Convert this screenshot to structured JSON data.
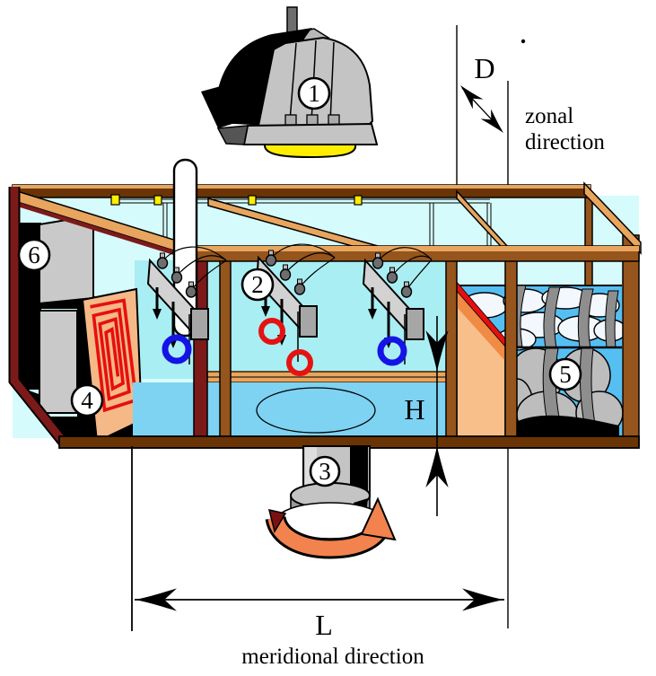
{
  "figure": {
    "callouts": [
      "1",
      "2",
      "3",
      "4",
      "5",
      "6"
    ],
    "dimensions": {
      "depth": "D",
      "height": "H",
      "length": "L"
    },
    "directions": {
      "zonal_word1": "zonal",
      "zonal_word2": "direction",
      "meridional": "meridional direction"
    }
  },
  "colors": {
    "backWall": "#d6fbfc",
    "water": "#a9eef3",
    "bandBlue": "#7ed2f2",
    "iceBlue": "#56bff2",
    "tanHi": "#e8a55e",
    "railBrown": "#96551c",
    "darkBrown": "#6b3405",
    "maroon": "#7c1a1a",
    "panel": "#f5b887",
    "spiralRed": "#e60f0f",
    "wedgeDark": "#ef8b45",
    "wedgeLight": "#f8bf8b",
    "arrowOrange": "#f2834e",
    "arrowMaroon": "#7a1212",
    "yellow": "#ffee00",
    "lampGray": "#c4c4c4",
    "slabGray": "#c9c9c9",
    "boulder": "#bdbdbd",
    "strap": "#8e8e8e",
    "iceWhite": "#f3f8fe",
    "ringBlue": "#1414e6",
    "ringRed": "#e61212",
    "capGray": "#6e6e6e"
  }
}
